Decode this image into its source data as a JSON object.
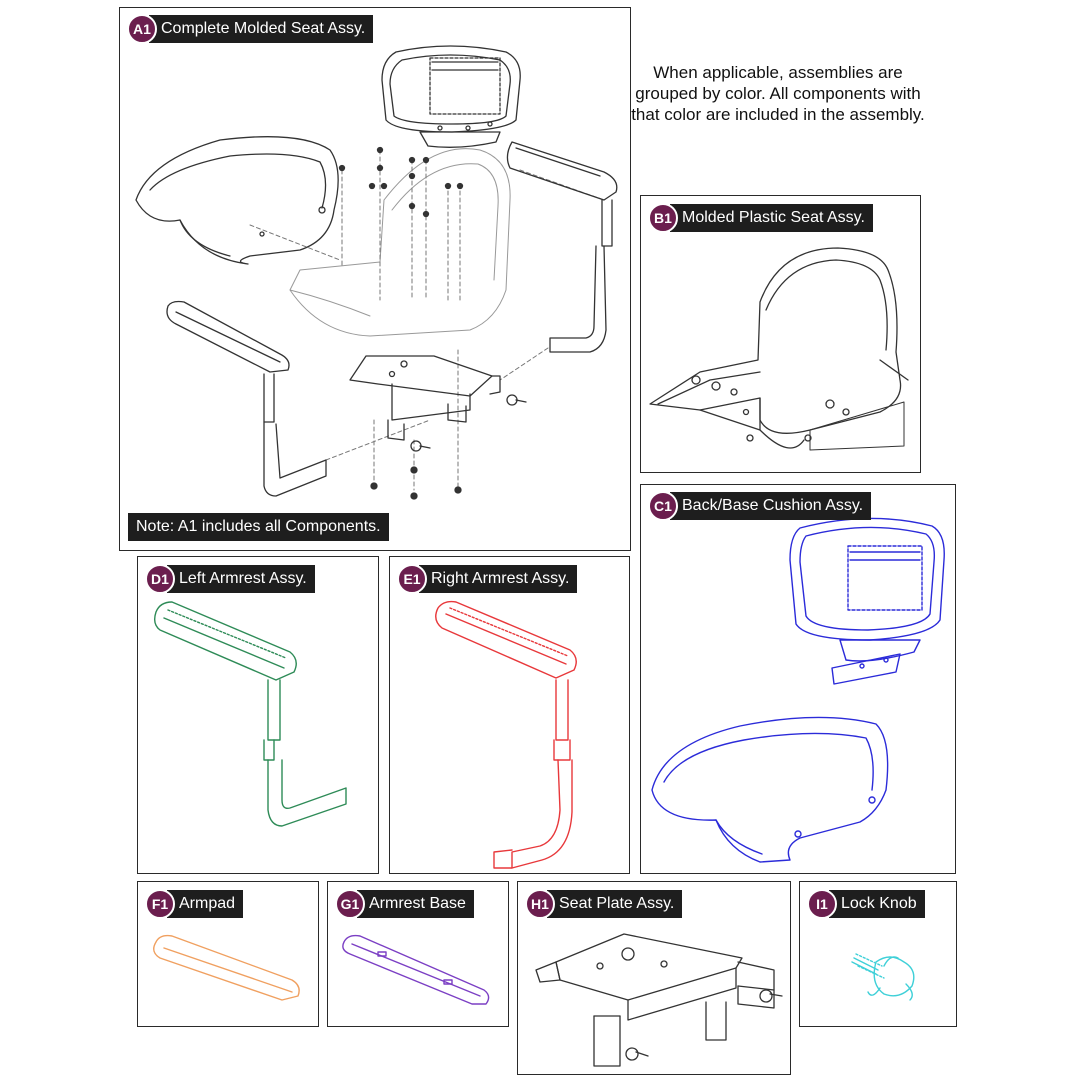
{
  "info_text": "When applicable, assemblies are grouped by color. All components with that color are included in the assembly.",
  "note_text": "Note: A1 includes all Components.",
  "panels": {
    "a1": {
      "code": "A1",
      "title": "Complete Molded Seat Assy."
    },
    "b1": {
      "code": "B1",
      "title": "Molded Plastic Seat Assy."
    },
    "c1": {
      "code": "C1",
      "title": "Back/Base Cushion Assy."
    },
    "d1": {
      "code": "D1",
      "title": "Left Armrest Assy."
    },
    "e1": {
      "code": "E1",
      "title": "Right Armrest Assy."
    },
    "f1": {
      "code": "F1",
      "title": "Armpad"
    },
    "g1": {
      "code": "G1",
      "title": "Armrest Base"
    },
    "h1": {
      "code": "H1",
      "title": "Seat Plate Assy."
    },
    "i1": {
      "code": "I1",
      "title": "Lock Knob"
    }
  },
  "colors": {
    "badge": "#6b1e4e",
    "label_bg": "#1e1e1e",
    "line_art": "#333333",
    "left_armrest": "#2e8b57",
    "right_armrest": "#e8383b",
    "cushion": "#2b2bd9",
    "armpad": "#f0a060",
    "armrest_base": "#7b3fc4",
    "lock_knob": "#3fd0d8"
  }
}
